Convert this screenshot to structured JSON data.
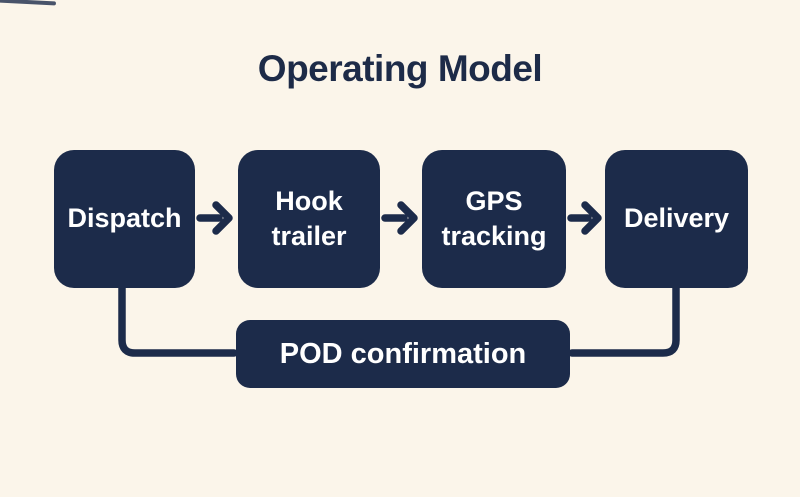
{
  "header": {
    "title": "Operating Model"
  },
  "flow": {
    "boxes": [
      {
        "id": "dispatch",
        "label": "Dispatch"
      },
      {
        "id": "hook-trailer",
        "label": "Hook trailer"
      },
      {
        "id": "gps-tracking",
        "label": "GPS tracking"
      },
      {
        "id": "delivery",
        "label": "Delivery"
      }
    ],
    "footer_box": {
      "id": "pod-confirmation",
      "label": "POD confirmation"
    }
  },
  "icons": {
    "flow_arrow": "right-arrow-icon"
  },
  "colors": {
    "navy": "#1c2b4a",
    "background": "#fbf5ea",
    "box_text": "#ffffff",
    "title_text": "#1d2b48"
  }
}
